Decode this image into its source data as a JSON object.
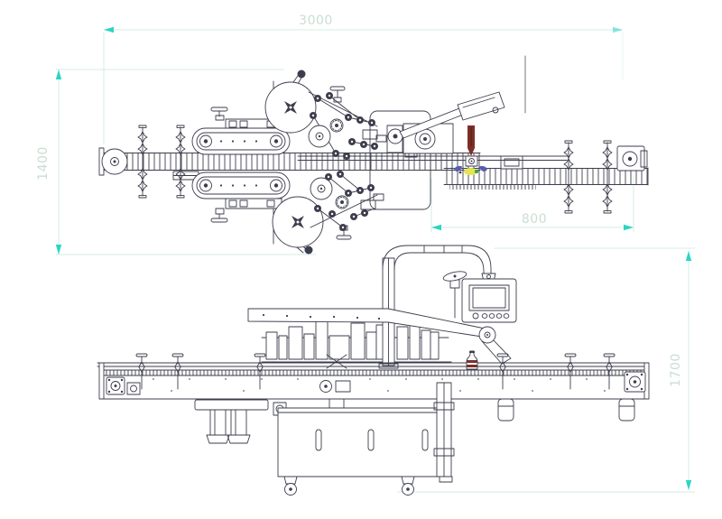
{
  "drawing": {
    "type": "engineering-drawing",
    "subject": "automatic labeling machine with conveyor, two orthographic views",
    "views": [
      {
        "id": "top-view",
        "name": "top view (plan)"
      },
      {
        "id": "front-view",
        "name": "front view (elevation)"
      }
    ],
    "dimensions": {
      "overall_length": "3000",
      "overall_width": "1400",
      "outfeed_length": "800",
      "overall_height": "1700"
    },
    "colors": {
      "line": "#3d3d4d",
      "dim_line": "#d3eee6",
      "dim_arrow": "#2bd5c3",
      "dim_text": "#c9ded2",
      "accent_red": "#7c2f28",
      "accent_yellow": "#e6e455",
      "accent_green": "#3fa33f",
      "accent_indigo": "#5c5cae",
      "background": "#ffffff"
    }
  }
}
